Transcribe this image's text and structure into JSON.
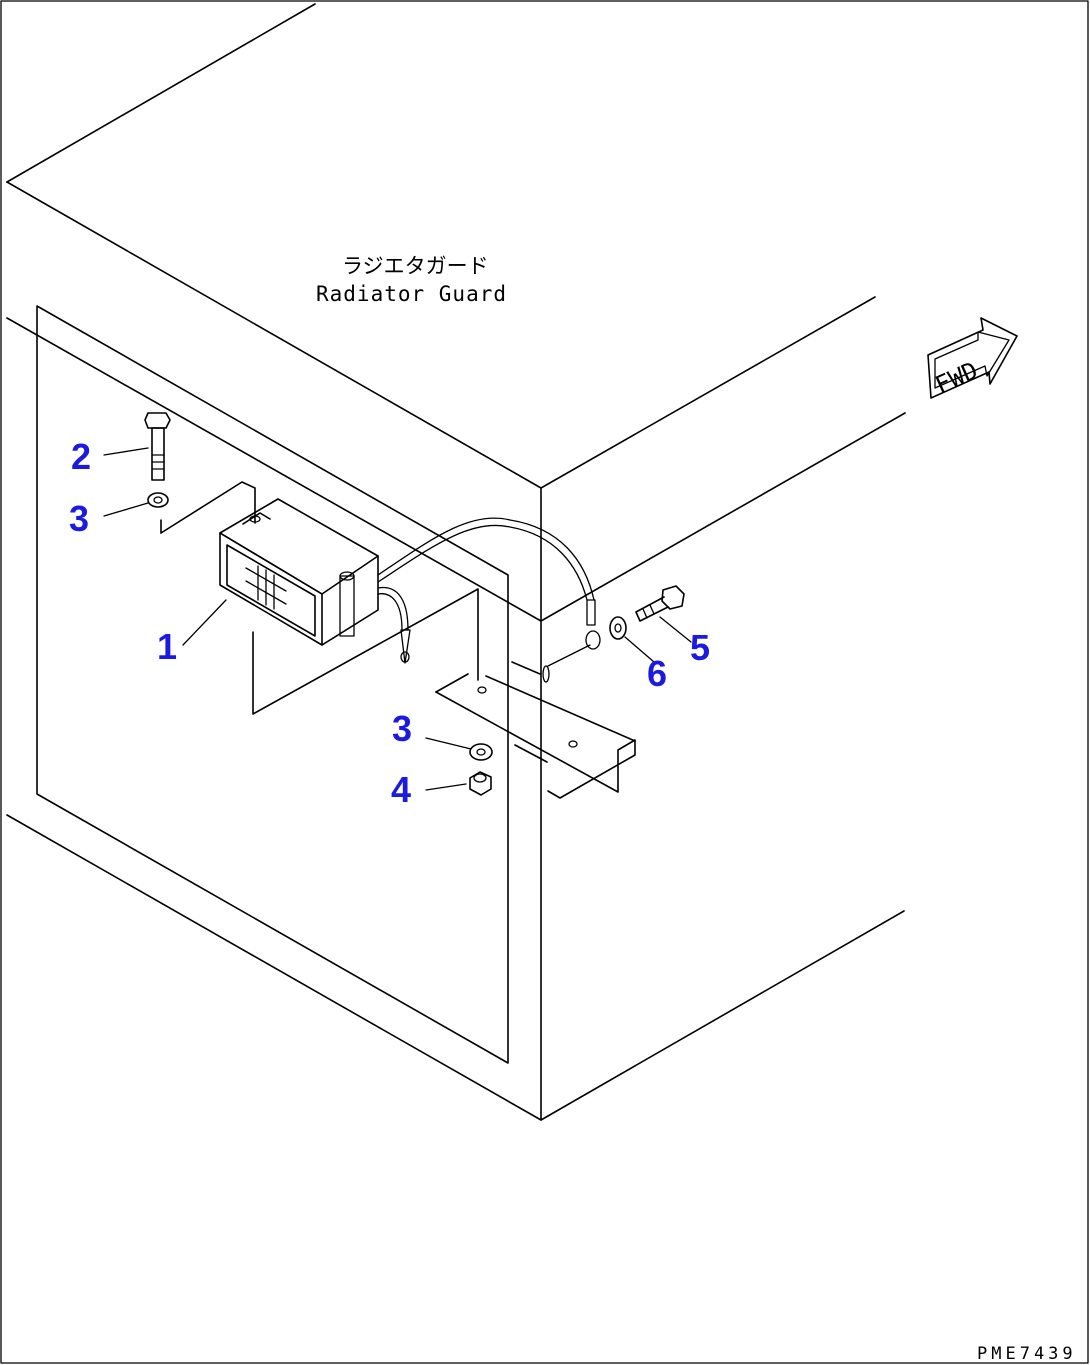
{
  "diagram": {
    "part_name_jp": "ラジエタガード",
    "part_name_en": "Radiator Guard",
    "direction_label": "FWD",
    "drawing_code": "PME7439",
    "callouts": {
      "c1": "1",
      "c2": "2",
      "c3_upper": "3",
      "c3_lower": "3",
      "c4": "4",
      "c5": "5",
      "c6": "6"
    },
    "colors": {
      "line": "#000000",
      "callout": "#1a1ae0",
      "background": "#ffffff"
    }
  }
}
